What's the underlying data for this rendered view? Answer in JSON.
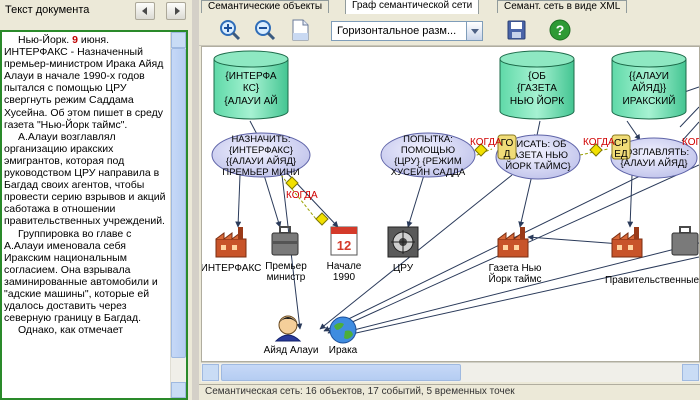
{
  "left_pane": {
    "title": "Текст документа",
    "prev_button": "previous",
    "next_button": "next",
    "paragraphs": [
      {
        "before": "Нью-Йорк. ",
        "day": "9",
        "after": " июня. ИНТЕРФАКС - Назначенный премьер-министром Ирака Айяд Алауи в начале 1990-х годов пытался с помощью ЦРУ свергнуть режим Саддама Хусейна. Об этом пишет в среду газета \"Нью-Йорк таймс\"."
      },
      {
        "before": "",
        "day": "",
        "after": "А.Алауи возглавлял организацию иракских эмигрантов, которая под руководством ЦРУ направила в Багдад своих агентов, чтобы провести серию взрывов и акций саботажа в отношении правительственных учреждений."
      },
      {
        "before": "",
        "day": "",
        "after": "Группировка во главе с А.Алауи именовала себя Иракским национальным согласием. Она взрывала заминированные автомобили и \"адские машины\", которые ей удалось доставить через северную границу в Багдад."
      },
      {
        "before": "",
        "day": "",
        "after": "Однако, как отмечает"
      }
    ]
  },
  "tabs": [
    {
      "label": "Семантические объекты",
      "active": false
    },
    {
      "label": "Граф семантической сети",
      "active": true
    },
    {
      "label": "Семант. сеть в виде XML",
      "active": false
    }
  ],
  "toolbar": {
    "zoom_in": "zoom-in",
    "zoom_out": "zoom-out",
    "page": "page",
    "layout_value": "Горизонтальное разм...",
    "save": "save",
    "help": "?"
  },
  "graph": {
    "databases": [
      {
        "lines": [
          "{ИНТЕРФА",
          "КС}",
          "{АЛАУИ АЙ"
        ]
      },
      {
        "lines": [
          "{ОБ",
          "{ГАЗЕТА",
          "НЬЮ ЙОРК"
        ]
      },
      {
        "lines": [
          "{{АЛАУИ",
          "АЙЯД}}",
          "ИРАКСКИЙ"
        ]
      }
    ],
    "events": [
      {
        "lines": [
          "НАЗНАЧИТЬ:",
          "{ИНТЕРФАКС}",
          "{{АЛАУИ АЙЯД}",
          "ПРЕМЬЕР МИНИ"
        ]
      },
      {
        "lines": [
          "ПОПЫТКА:",
          "ПОМОЩЬЮ",
          "{ЦРУ} {РЕЖИМ",
          "ХУСЕЙН САДДА"
        ]
      },
      {
        "lines": [
          "ПИСАТЬ: ОБ",
          "ГАЗЕТА НЬЮ",
          "ЙОРК ТАЙМС}"
        ]
      },
      {
        "lines": [
          "ВОЗГЛАВЛЯТЬ:",
          "{АЛАУИ АЙЯД}"
        ]
      }
    ],
    "when_labels": [
      "КОГДА",
      "КОГДА",
      "КОГДА",
      "КОГДА"
    ],
    "time_nodes": [
      {
        "lines": [
          "ГО",
          "Д"
        ]
      },
      {
        "lines": [
          "СР",
          "ЕД"
        ]
      }
    ],
    "objects": [
      {
        "label": "ИНТЕРФАКС",
        "kind": "factory-icon"
      },
      {
        "label": "Премьер",
        "label2": "министр",
        "kind": "briefcase-icon"
      },
      {
        "label": "Начале",
        "label2": "1990",
        "kind": "calendar-icon",
        "calendar_number": "12"
      },
      {
        "label": "ЦРУ",
        "kind": "safe-icon"
      },
      {
        "label": "Газета Нью",
        "label2": "Йорк таймс",
        "kind": "factory-icon"
      },
      {
        "label": "Правительственные",
        "kind": "factory-icon"
      },
      {
        "label": "Айяд Алауи",
        "kind": "person-icon"
      },
      {
        "label": "Ирака",
        "kind": "globe-icon"
      }
    ]
  },
  "status_text": "Семантическая сеть: 16 объектов, 17 событий, 5 временных точек"
}
